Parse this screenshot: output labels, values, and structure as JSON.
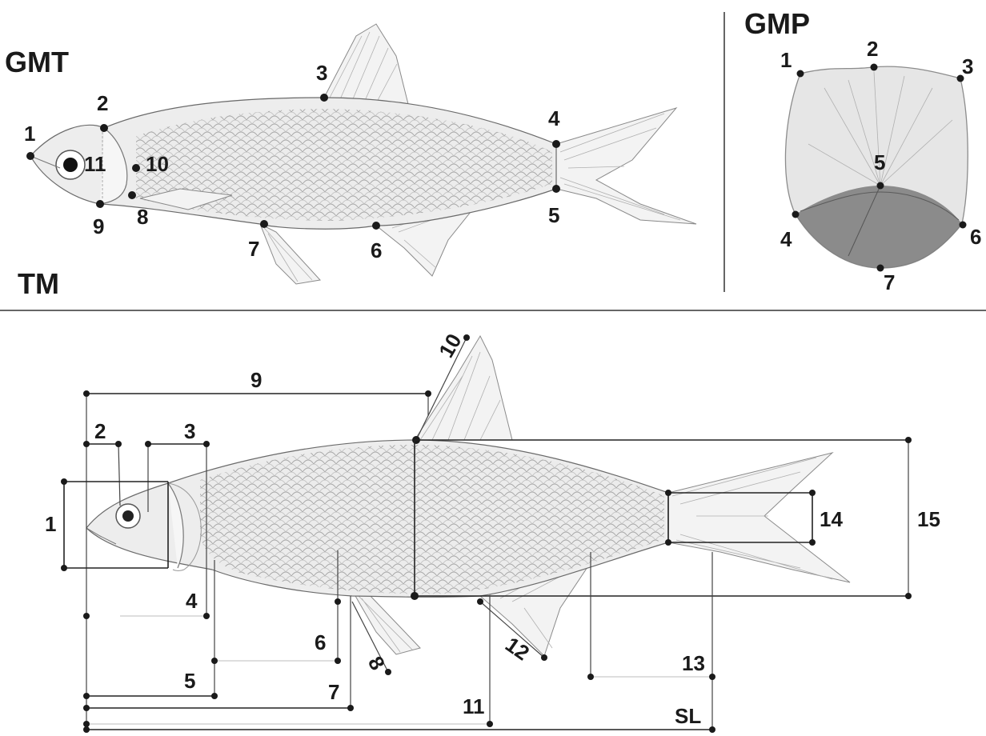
{
  "sections": {
    "gmt": "GMT",
    "gmp": "GMP",
    "tm": "TM"
  },
  "gmt_landmarks": [
    "1",
    "2",
    "3",
    "4",
    "5",
    "6",
    "7",
    "8",
    "9",
    "10",
    "11"
  ],
  "gmp_landmarks": [
    "1",
    "2",
    "3",
    "4",
    "5",
    "6",
    "7"
  ],
  "tm_measures": [
    "1",
    "2",
    "3",
    "4",
    "5",
    "6",
    "7",
    "8",
    "9",
    "10",
    "11",
    "12",
    "13",
    "14",
    "15",
    "SL"
  ]
}
